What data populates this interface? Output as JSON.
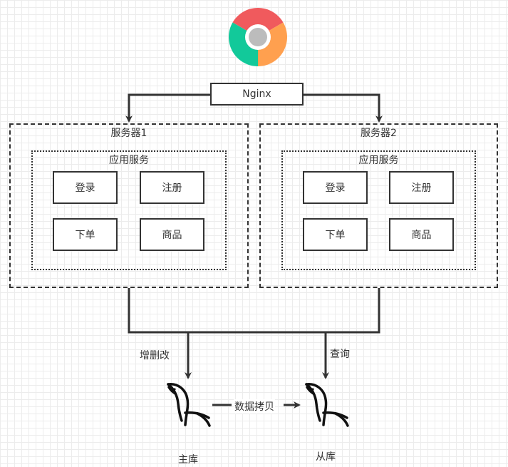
{
  "browser": {
    "icon": "chrome-icon"
  },
  "proxy": {
    "label": "Nginx"
  },
  "servers": [
    {
      "title": "服务器1",
      "app_title": "应用服务",
      "modules": [
        "登录",
        "注册",
        "下单",
        "商品"
      ]
    },
    {
      "title": "服务器2",
      "app_title": "应用服务",
      "modules": [
        "登录",
        "注册",
        "下单",
        "商品"
      ]
    }
  ],
  "edges": {
    "write": "增删改",
    "read": "查询",
    "replication": "数据拷贝"
  },
  "databases": {
    "master": {
      "label": "主库",
      "icon": "mysql-dolphin-icon"
    },
    "slave": {
      "label": "从库",
      "icon": "mysql-dolphin-icon"
    }
  }
}
